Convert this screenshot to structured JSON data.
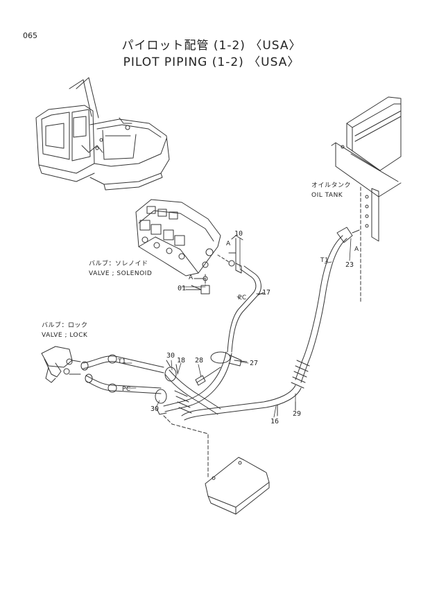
{
  "page_number": "065",
  "title": {
    "jp": "パイロット配管 (1-2) 〈USA〉",
    "en": "PILOT PIPING (1-2) 〈USA〉"
  },
  "labels": {
    "oil_tank_jp": "オイルタンク",
    "oil_tank_en": "OIL TANK",
    "solenoid_jp": "バルブ：ソレノイド",
    "solenoid_en": "VALVE ; SOLENOID",
    "lock_jp": "バルブ：ロック",
    "lock_en": "VALVE ; LOCK",
    "pc_1": "PC",
    "pc_2": "PC",
    "t1_1": "T1",
    "t1_2": "T1",
    "a_1": "A",
    "a_2": "A",
    "a_3": "A"
  },
  "part_numbers": {
    "p01": "01",
    "p10": "10",
    "p16": "16",
    "p17": "17",
    "p18": "18",
    "p23": "23",
    "p27": "27",
    "p28": "28",
    "p29": "29",
    "p30a": "30",
    "p30b": "30"
  }
}
